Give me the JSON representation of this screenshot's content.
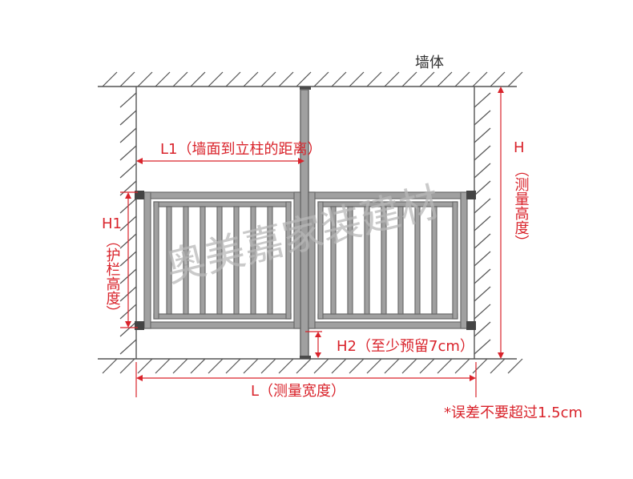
{
  "labels": {
    "wall": "墙体",
    "l1": "L1（墙面到立柱的距离）",
    "h_letter": "H",
    "h_rest": "（测量高度）",
    "h1_letter": "H1",
    "h1_rest": "（护栏高度）",
    "h2": "H2（至少预留7cm）",
    "l": "L（测量宽度）",
    "note": "*误差不要超过1.5cm"
  },
  "watermark": "奥美嘉家装建材",
  "colors": {
    "dimension": "#d9232b",
    "rail_fill": "#a0a0a0",
    "rail_stroke": "#6a6a6a",
    "hatch": "#555555",
    "watermark": "#b8b8b8"
  }
}
